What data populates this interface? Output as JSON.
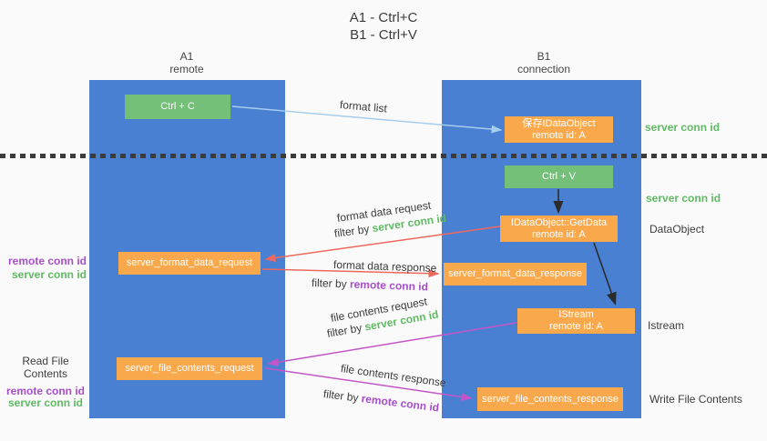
{
  "title": {
    "line1": "A1 - Ctrl+C",
    "line2": "B1 - Ctrl+V"
  },
  "lanes": {
    "left": {
      "name": "A1",
      "role": "remote"
    },
    "right": {
      "name": "B1",
      "role": "connection"
    }
  },
  "boxes": {
    "ctrl_c": {
      "label": "Ctrl + C"
    },
    "save_idataobject": {
      "line1": "保存IDataObject",
      "line2": "remote id: A"
    },
    "ctrl_v": {
      "label": "Ctrl + V"
    },
    "getdata": {
      "line1": "IDataObject::GetData",
      "line2": "remote id: A"
    },
    "format_request": {
      "label": "server_format_data_request"
    },
    "format_response": {
      "label": "server_format_data_response"
    },
    "istream": {
      "line1": "IStream",
      "line2": "remote id: A"
    },
    "file_request": {
      "label": "server_file_contents_request"
    },
    "file_response": {
      "label": "server_file_contents_response"
    }
  },
  "flow_labels": {
    "format_list": "format list",
    "format_data_request": "format data request",
    "format_data_response": "format data response",
    "file_contents_request": "file contents request",
    "file_contents_response": "file contents response",
    "filter_by": "filter by ",
    "server_conn_id": "server conn id",
    "remote_conn_id": "remote conn id"
  },
  "side_labels": {
    "server_conn_id_top": "server conn id",
    "server_conn_id_mid": "server conn id",
    "dataobject": "DataObject",
    "istream": "Istream",
    "write_file_contents": "Write File Contents",
    "read_file_contents": "Read File Contents",
    "remote_conn_id_left_1": "remote conn id",
    "server_conn_id_left_1": "server conn id",
    "remote_conn_id_left_2": "remote conn id",
    "server_conn_id_left_2": "server conn id"
  },
  "colors": {
    "lane_blue": "#4a80d2",
    "box_green": "#74c078",
    "box_orange": "#f9a94b",
    "arrow_light_blue": "#a6cdec",
    "arrow_red": "#ee685d",
    "arrow_magenta": "#c455c8",
    "arrow_black": "#2b2b2b",
    "text_green": "#5fba63",
    "text_purple": "#a84ecb",
    "text_dark": "#3d3d3d"
  }
}
